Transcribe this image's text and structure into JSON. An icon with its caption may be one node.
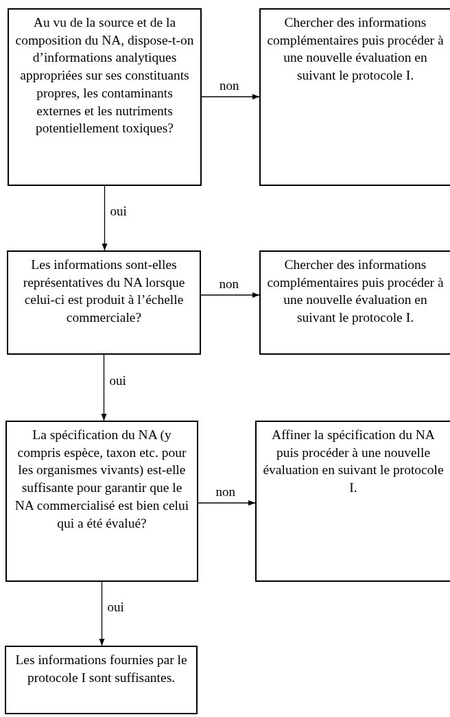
{
  "diagram": {
    "nodes": [
      {
        "text": [
          "Au vu de la source et de la composition du NA, dispose-t-on d’informations analytiques appropriées sur ses constituants propres, les contaminants externes et les nutriments potentiellement toxiques?"
        ]
      },
      {
        "text": [
          "Chercher des informations complémentaires puis procéder à une nouvelle évaluation en suivant le protocole I."
        ]
      },
      {
        "text": [
          "Les informations sont-elles représentatives du NA lorsque celui-ci est produit à l’échelle commerciale?"
        ]
      },
      {
        "text": [
          "Chercher des informations complémentaires puis procéder à une nouvelle évaluation en suivant le protocole I."
        ]
      },
      {
        "text": [
          "La spécification du NA (y compris espèce, taxon etc. pour les organismes vivants) est-elle suffisante pour garantir que le NA commercialisé est bien celui qui a été évalué?"
        ]
      },
      {
        "text": [
          "Affiner la spécification du NA puis procéder à une nouvelle évaluation en suivant le protocole I."
        ]
      },
      {
        "text": [
          "Les informations fournies par le protocole I sont suffisantes."
        ]
      }
    ],
    "edges": [
      {
        "from": 0,
        "to": 1,
        "arrow": "to",
        "label": "non"
      },
      {
        "from": 0,
        "to": 2,
        "arrow": "to",
        "label": "oui"
      },
      {
        "from": 2,
        "to": 3,
        "arrow": "to",
        "label": "non"
      },
      {
        "from": 2,
        "to": 4,
        "arrow": "to",
        "label": "oui"
      },
      {
        "from": 4,
        "to": 5,
        "arrow": "to",
        "label": "non"
      },
      {
        "from": 4,
        "to": 6,
        "arrow": "to",
        "label": "oui"
      }
    ]
  }
}
